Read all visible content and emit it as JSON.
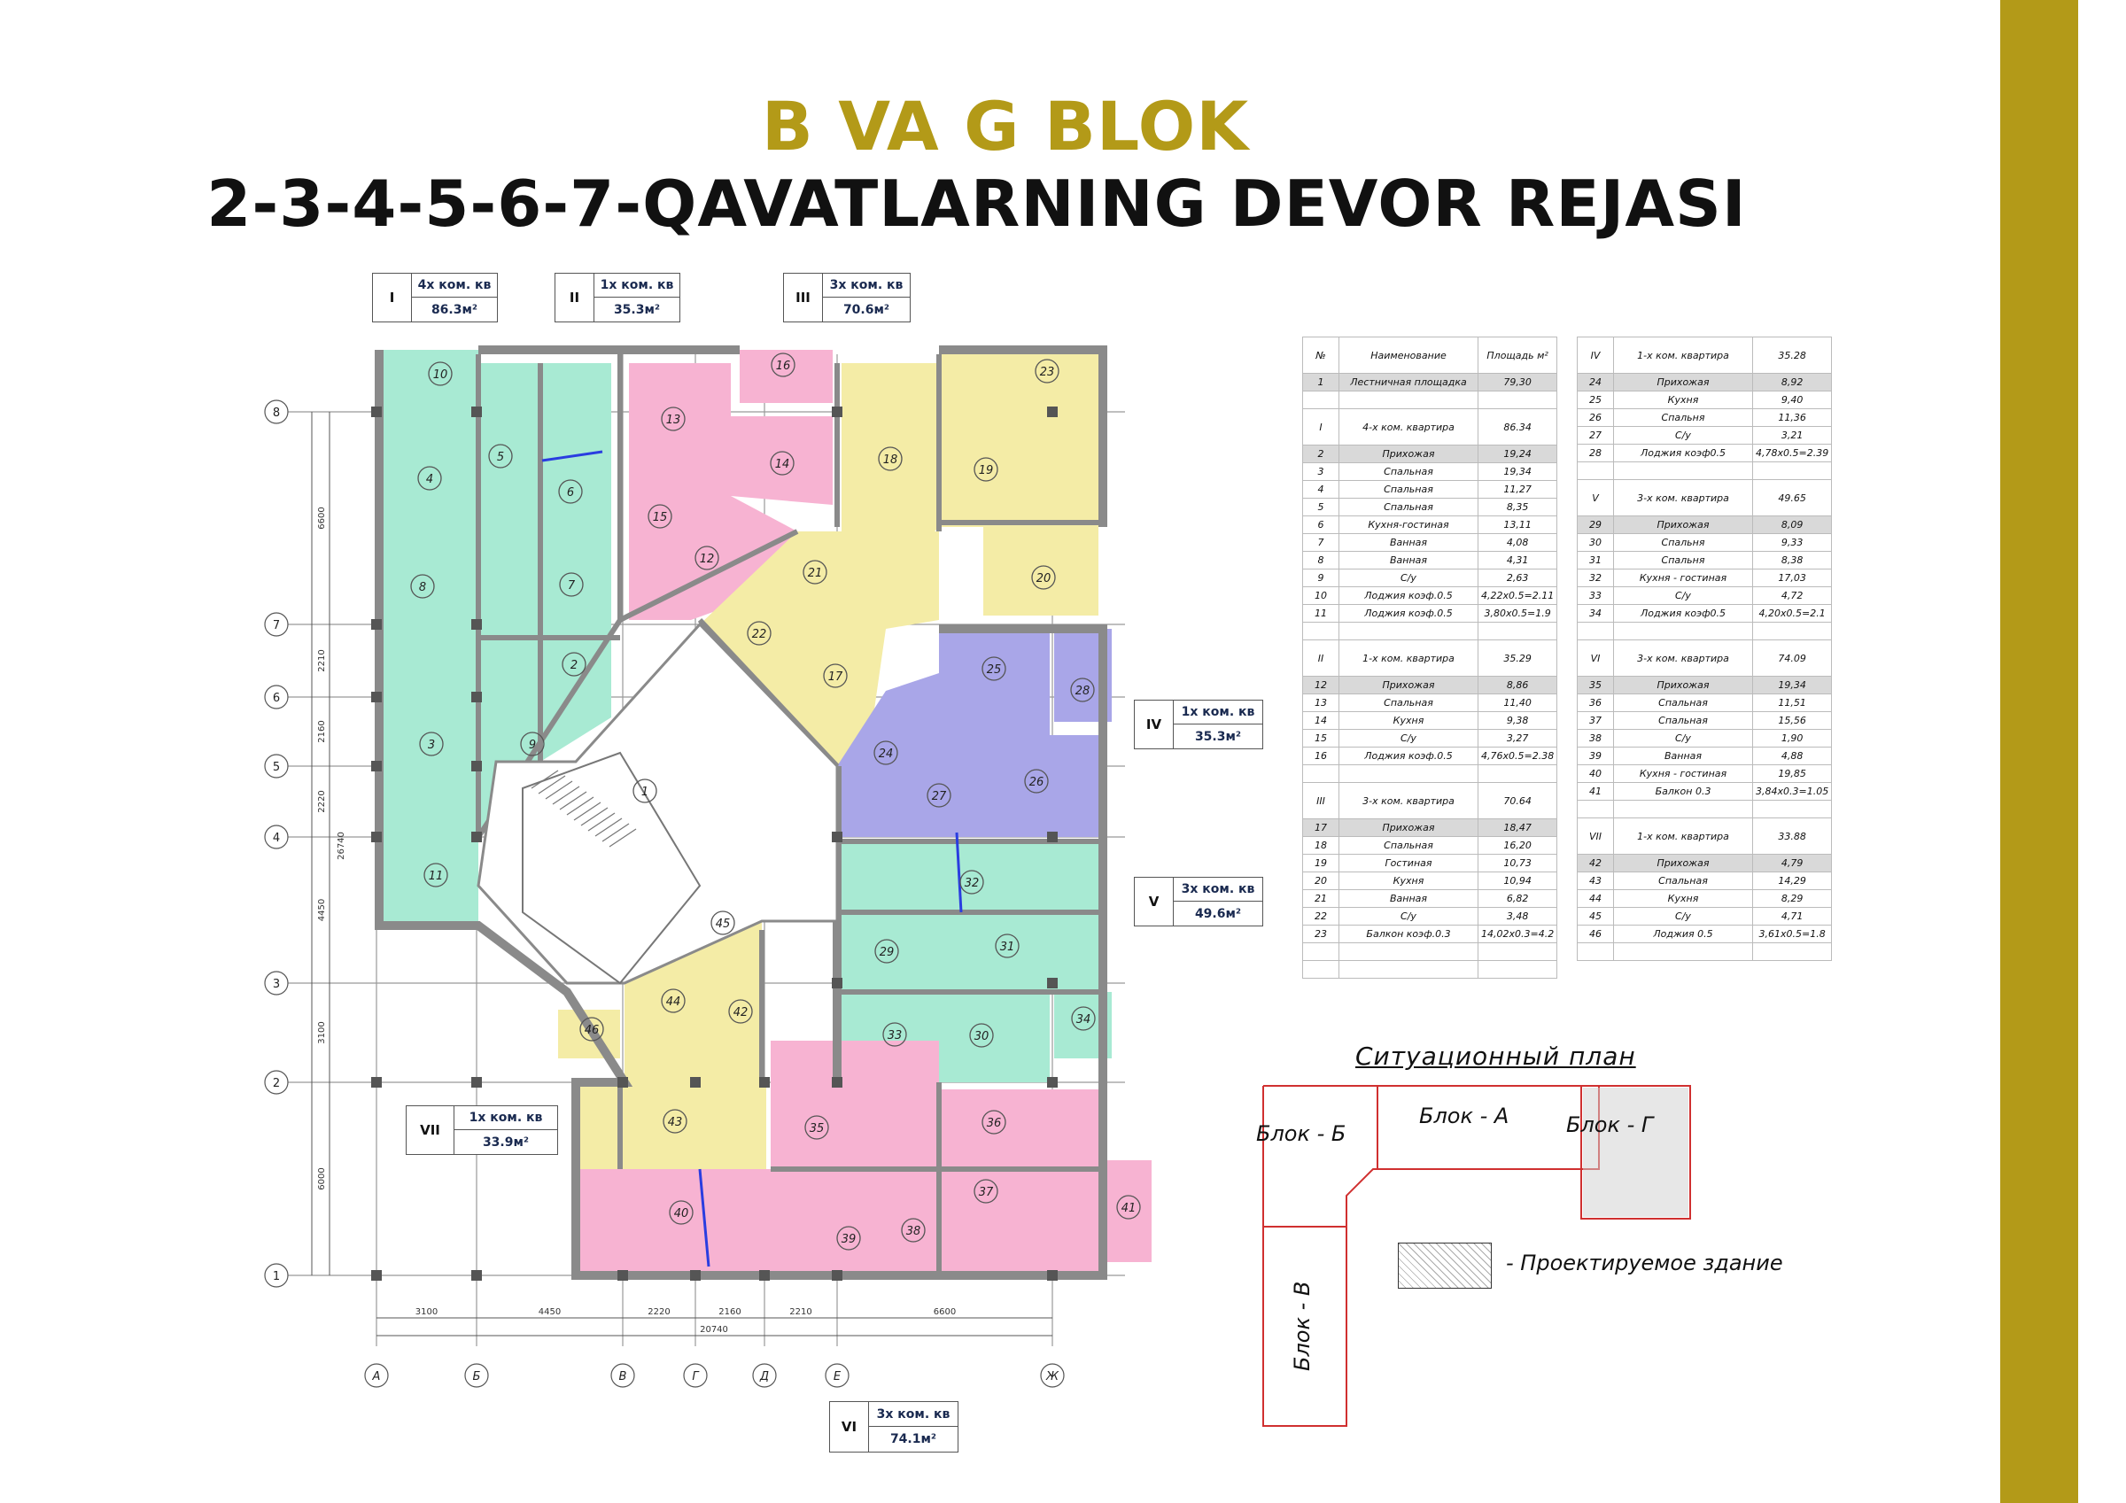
{
  "header": {
    "title_line1": "B VA G BLOK",
    "title_line2": "2-3-4-5-6-7-QAVATLARNING DEVOR REJASI"
  },
  "colors": {
    "accent_gold": "#b39a18",
    "green_apt": "#a8ead3",
    "pink_apt": "#f7b3d2",
    "yellow_apt": "#f4eca6",
    "purple_apt": "#a9a6e8",
    "wall": "#8a8a8a"
  },
  "apartment_labels": [
    {
      "roman": "I",
      "type": "4х ком. кв",
      "area": "86.3м²"
    },
    {
      "roman": "II",
      "type": "1х ком. кв",
      "area": "35.3м²"
    },
    {
      "roman": "III",
      "type": "3х ком. кв",
      "area": "70.6м²"
    },
    {
      "roman": "IV",
      "type": "1х ком. кв",
      "area": "35.3м²"
    },
    {
      "roman": "V",
      "type": "3х ком. кв",
      "area": "49.6м²"
    },
    {
      "roman": "VII",
      "type": "1х ком. кв",
      "area": "33.9м²"
    },
    {
      "roman": "VI",
      "type": "3х ком. кв",
      "area": "74.1м²"
    }
  ],
  "room_numbers": [
    "1",
    "2",
    "3",
    "4",
    "5",
    "6",
    "7",
    "8",
    "9",
    "10",
    "11",
    "12",
    "13",
    "14",
    "15",
    "16",
    "17",
    "18",
    "19",
    "20",
    "21",
    "22",
    "23",
    "24",
    "25",
    "26",
    "27",
    "28",
    "29",
    "30",
    "31",
    "32",
    "33",
    "34",
    "35",
    "36",
    "37",
    "38",
    "39",
    "40",
    "41",
    "42",
    "43",
    "44",
    "45",
    "46"
  ],
  "axes": {
    "rows": [
      "8",
      "7",
      "6",
      "5",
      "4",
      "3",
      "2",
      "1"
    ],
    "cols": [
      "А",
      "Б",
      "В",
      "Г",
      "Д",
      "Е",
      "Ж"
    ],
    "col_dims": [
      "3100",
      "4450",
      "2220",
      "2160",
      "2210",
      "6600"
    ],
    "total_width": "20740",
    "row_dims": [
      "6600",
      "2210",
      "2160",
      "2220",
      "4450",
      "3100",
      "6000"
    ],
    "total_height": "26740"
  },
  "table_left": {
    "header": {
      "num": "№",
      "name": "Наименование",
      "area": "Площадь м²"
    },
    "rows": [
      {
        "n": "1",
        "name": "Лестничная площадка",
        "v": "79,30",
        "grey": true
      },
      {
        "n": "",
        "name": "",
        "v": ""
      },
      {
        "n": "I",
        "name": "4-х ком. квартира",
        "v": "86.34",
        "head": true
      },
      {
        "n": "2",
        "name": "Прихожая",
        "v": "19,24",
        "grey": true
      },
      {
        "n": "3",
        "name": "Спальная",
        "v": "19,34"
      },
      {
        "n": "4",
        "name": "Спальная",
        "v": "11,27"
      },
      {
        "n": "5",
        "name": "Спальная",
        "v": "8,35"
      },
      {
        "n": "6",
        "name": "Кухня-гостиная",
        "v": "13,11"
      },
      {
        "n": "7",
        "name": "Ванная",
        "v": "4,08"
      },
      {
        "n": "8",
        "name": "Ванная",
        "v": "4,31"
      },
      {
        "n": "9",
        "name": "С/у",
        "v": "2,63"
      },
      {
        "n": "10",
        "name": "Лоджия коэф.0.5",
        "v": "4,22x0.5=2.11"
      },
      {
        "n": "11",
        "name": "Лоджия коэф.0.5",
        "v": "3,80x0.5=1.9"
      },
      {
        "n": "",
        "name": "",
        "v": ""
      },
      {
        "n": "II",
        "name": "1-х ком. квартира",
        "v": "35.29",
        "head": true
      },
      {
        "n": "12",
        "name": "Прихожая",
        "v": "8,86",
        "grey": true
      },
      {
        "n": "13",
        "name": "Спальная",
        "v": "11,40"
      },
      {
        "n": "14",
        "name": "Кухня",
        "v": "9,38"
      },
      {
        "n": "15",
        "name": "С/у",
        "v": "3,27"
      },
      {
        "n": "16",
        "name": "Лоджия коэф.0.5",
        "v": "4,76x0.5=2.38"
      },
      {
        "n": "",
        "name": "",
        "v": ""
      },
      {
        "n": "III",
        "name": "3-х ком. квартира",
        "v": "70.64",
        "head": true
      },
      {
        "n": "17",
        "name": "Прихожая",
        "v": "18,47",
        "grey": true
      },
      {
        "n": "18",
        "name": "Спальная",
        "v": "16,20"
      },
      {
        "n": "19",
        "name": "Гостиная",
        "v": "10,73"
      },
      {
        "n": "20",
        "name": "Кухня",
        "v": "10,94"
      },
      {
        "n": "21",
        "name": "Ванная",
        "v": "6,82"
      },
      {
        "n": "22",
        "name": "С/у",
        "v": "3,48"
      },
      {
        "n": "23",
        "name": "Балкон коэф.0.3",
        "v": "14,02x0.3=4.2"
      },
      {
        "n": "",
        "name": "",
        "v": ""
      },
      {
        "n": "",
        "name": "",
        "v": ""
      }
    ]
  },
  "table_right": {
    "rows": [
      {
        "n": "IV",
        "name": "1-х ком. квартира",
        "v": "35.28",
        "head": true
      },
      {
        "n": "24",
        "name": "Прихожая",
        "v": "8,92",
        "grey": true
      },
      {
        "n": "25",
        "name": "Кухня",
        "v": "9,40"
      },
      {
        "n": "26",
        "name": "Спальня",
        "v": "11,36"
      },
      {
        "n": "27",
        "name": "С/у",
        "v": "3,21"
      },
      {
        "n": "28",
        "name": "Лоджия коэф0.5",
        "v": "4,78x0.5=2.39"
      },
      {
        "n": "",
        "name": "",
        "v": ""
      },
      {
        "n": "V",
        "name": "3-х ком. квартира",
        "v": "49.65",
        "head": true
      },
      {
        "n": "29",
        "name": "Прихожая",
        "v": "8,09",
        "grey": true
      },
      {
        "n": "30",
        "name": "Спальня",
        "v": "9,33"
      },
      {
        "n": "31",
        "name": "Спальня",
        "v": "8,38"
      },
      {
        "n": "32",
        "name": "Кухня - гостиная",
        "v": "17,03"
      },
      {
        "n": "33",
        "name": "С/у",
        "v": "4,72"
      },
      {
        "n": "34",
        "name": "Лоджия коэф0.5",
        "v": "4,20x0.5=2.1"
      },
      {
        "n": "",
        "name": "",
        "v": ""
      },
      {
        "n": "VI",
        "name": "3-х ком. квартира",
        "v": "74.09",
        "head": true
      },
      {
        "n": "35",
        "name": "Прихожая",
        "v": "19,34",
        "grey": true
      },
      {
        "n": "36",
        "name": "Спальная",
        "v": "11,51"
      },
      {
        "n": "37",
        "name": "Спальная",
        "v": "15,56"
      },
      {
        "n": "38",
        "name": "С/у",
        "v": "1,90"
      },
      {
        "n": "39",
        "name": "Ванная",
        "v": "4,88"
      },
      {
        "n": "40",
        "name": "Кухня - гостиная",
        "v": "19,85"
      },
      {
        "n": "41",
        "name": "Балкон 0.3",
        "v": "3,84x0.3=1.05"
      },
      {
        "n": "",
        "name": "",
        "v": ""
      },
      {
        "n": "VII",
        "name": "1-х ком. квартира",
        "v": "33.88",
        "head": true
      },
      {
        "n": "42",
        "name": "Прихожая",
        "v": "4,79",
        "grey": true
      },
      {
        "n": "43",
        "name": "Спальная",
        "v": "14,29"
      },
      {
        "n": "44",
        "name": "Кухня",
        "v": "8,29"
      },
      {
        "n": "45",
        "name": "С/у",
        "v": "4,71"
      },
      {
        "n": "46",
        "name": "Лоджия 0.5",
        "v": "3,61x0.5=1.8"
      },
      {
        "n": "",
        "name": "",
        "v": ""
      }
    ]
  },
  "situation_plan": {
    "title": "Ситуационный план",
    "blocks": [
      "Блок - Б",
      "Блок - А",
      "Блок - Г",
      "Блок - В"
    ],
    "legend": "- Проектируемое здание"
  }
}
